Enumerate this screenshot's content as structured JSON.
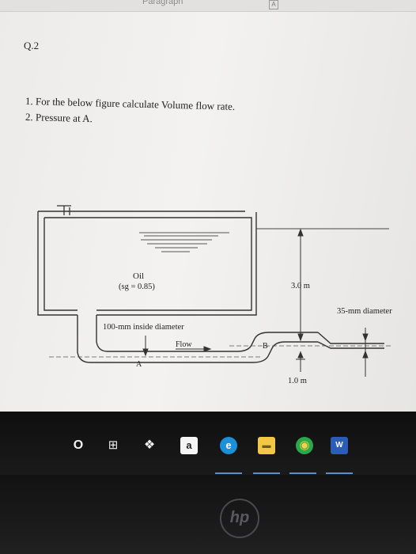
{
  "header": {
    "ribbon_label": "Paragraph",
    "ribbon_icon": "styles-icon"
  },
  "document": {
    "question_label": "Q.2",
    "tasks": [
      {
        "number": "1.",
        "text": "For the below figure calculate Volume flow rate."
      },
      {
        "number": "2.",
        "text": "Pressure at A."
      }
    ]
  },
  "figure": {
    "fluid_name": "Oil",
    "fluid_sg": "(sg = 0.85)",
    "pipe_label": "100-mm inside diameter",
    "flow_label": "Flow",
    "point_a": "A",
    "point_b": "B",
    "height_label": "3.0 m",
    "drop_label": "1.0 m",
    "nozzle_label": "35-mm diameter"
  },
  "taskbar": {
    "items": [
      {
        "name": "start-button",
        "glyph": "O"
      },
      {
        "name": "task-view-button",
        "glyph": "⊞"
      },
      {
        "name": "dropbox-button",
        "glyph": "❖"
      },
      {
        "name": "amazon-button",
        "glyph": "a"
      },
      {
        "name": "edge-button",
        "glyph": "e"
      },
      {
        "name": "file-explorer-button",
        "glyph": "▬"
      },
      {
        "name": "chrome-button",
        "glyph": "◉"
      },
      {
        "name": "word-button",
        "glyph": "W"
      }
    ]
  },
  "bezel": {
    "brand": "hp"
  },
  "colors": {
    "screen_bg": "#efeeec",
    "taskbar_bg": "#141415",
    "accent_blue": "#1c7bd6",
    "edge_blue": "#1b8fd8",
    "explorer_yellow": "#f2c744",
    "chrome_green": "#2aa84a",
    "word_blue": "#2b5cb8"
  }
}
